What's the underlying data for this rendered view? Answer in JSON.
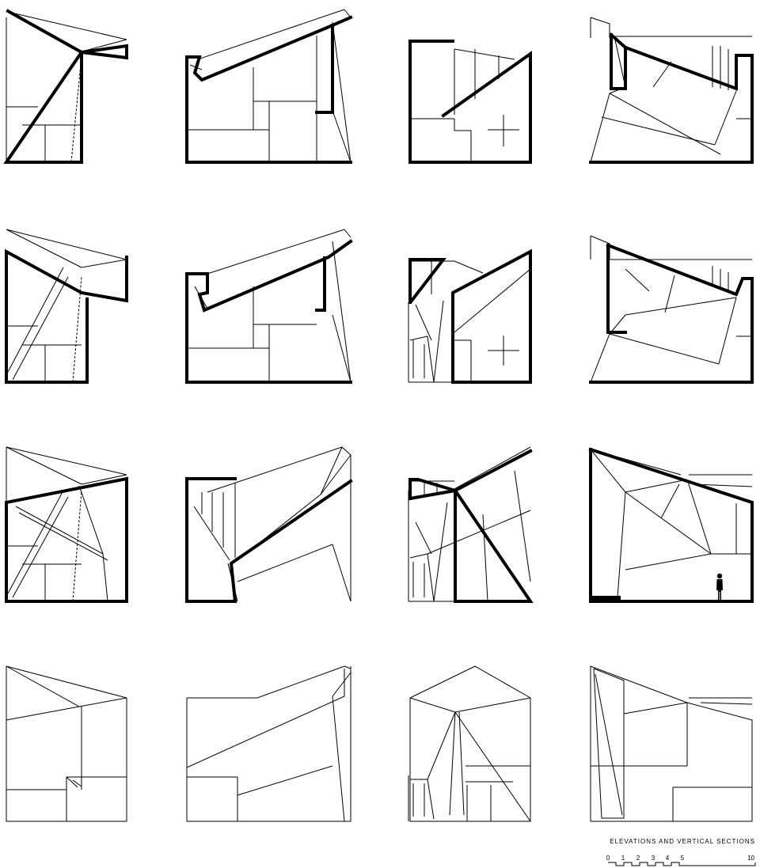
{
  "caption": "ELEVATIONS AND VERTICAL SECTIONS",
  "scale_bar": {
    "ticks": [
      "0",
      "1",
      "2",
      "3",
      "4",
      "5",
      "10"
    ]
  },
  "grid": {
    "rows": 4,
    "columns": 4
  },
  "colors": {
    "line": "#000000",
    "background": "#ffffff"
  }
}
